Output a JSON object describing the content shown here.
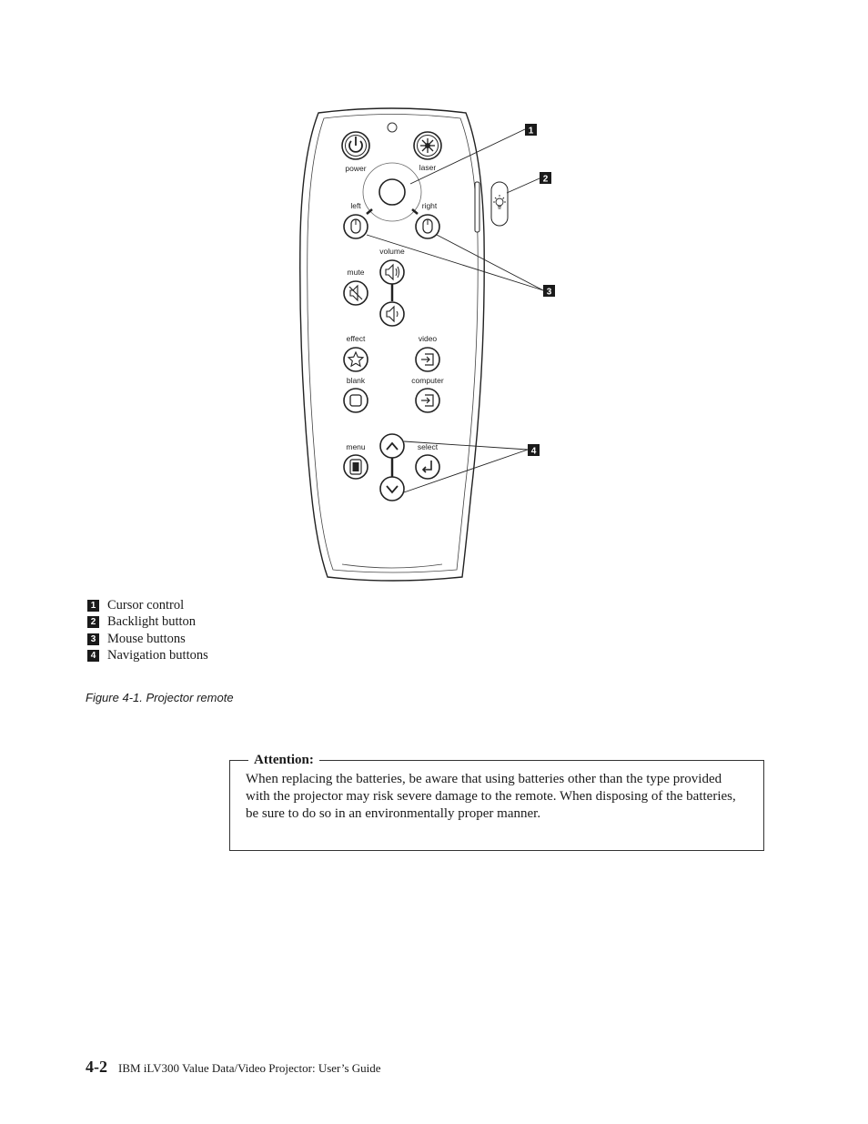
{
  "remote": {
    "buttons": {
      "power": "power",
      "laser": "laser",
      "left": "left",
      "right": "right",
      "volume": "volume",
      "mute": "mute",
      "effect": "effect",
      "video": "video",
      "blank": "blank",
      "computer": "computer",
      "menu": "menu",
      "select": "select"
    },
    "callouts": [
      "1",
      "2",
      "3",
      "4"
    ]
  },
  "legend": [
    {
      "num": "1",
      "text": "Cursor control"
    },
    {
      "num": "2",
      "text": "Backlight button"
    },
    {
      "num": "3",
      "text": "Mouse buttons"
    },
    {
      "num": "4",
      "text": "Navigation buttons"
    }
  ],
  "caption": "Figure 4-1. Projector remote",
  "attention": {
    "title": "Attention:",
    "body": "When replacing the batteries, be aware that using batteries other than the type provided with the projector may risk severe damage to the remote. When disposing of the batteries, be sure to do so in an environmentally proper manner."
  },
  "footer": {
    "page_number": "4-2",
    "title": "IBM iLV300 Value Data/Video Projector: User’s Guide"
  }
}
